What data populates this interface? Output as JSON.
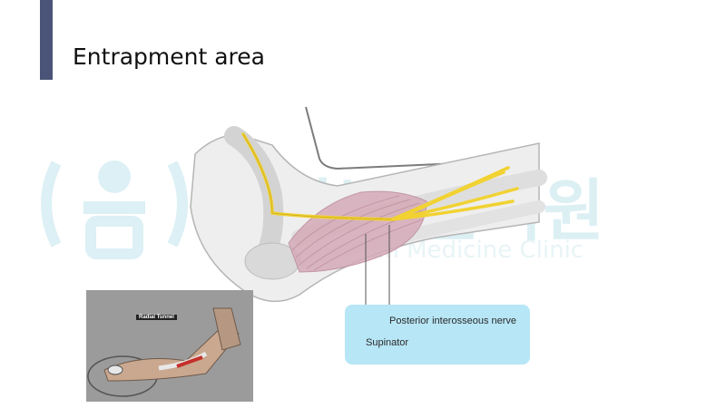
{
  "slide": {
    "title": "Entrapment area"
  },
  "watermark": {
    "korean_text": "이지본 한의원",
    "english_text": "Leejibon Korean Medicine Clinic",
    "color": "#d6eef3"
  },
  "diagram": {
    "labels": {
      "nerve": "Posterior interosseous nerve",
      "muscle": "Supinator"
    },
    "label_box_color": "#b7e6f6",
    "nerve_color": "#f1d232",
    "muscle_color": "#d5abb8"
  },
  "inset": {
    "label": "Radial Tunnel",
    "background_color": "#9b9b9b"
  }
}
